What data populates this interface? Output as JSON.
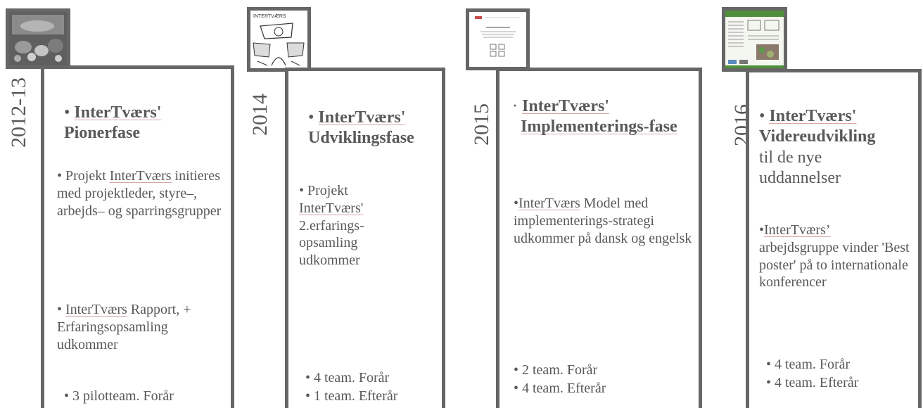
{
  "timeline": [
    {
      "year": "2012-13",
      "title_prefix": "• ",
      "title_name": "InterTværs'",
      "title_rest": "Pionerfase",
      "body1_prefix": "• Projekt ",
      "body1_link": "InterTværs",
      "body1_rest": "initieres med projektleder, styre–, arbejds– og sparringsgrupper",
      "body2_prefix": "• ",
      "body2_link": "InterTværs",
      "body2_rest": " Rapport, + Erfaringsopsamling udkommer",
      "teams": [
        "• 3 pilotteam. Forår"
      ]
    },
    {
      "year": "2014",
      "title_prefix": "• ",
      "title_name": "InterTværs'",
      "title_rest": "Udviklingsfase",
      "body1_prefix": "• Projekt ",
      "body1_link": "InterTværs'",
      "body1_rest": "2.erfarings-opsamling udkommer",
      "teams": [
        "• 4 team. Forår",
        "• 1 team. Efterår"
      ]
    },
    {
      "year": "2015",
      "title_prefix": "· ",
      "title_name": "InterTværs'",
      "title_rest": "Implementerings-fase",
      "body1_prefix": "•",
      "body1_link": "InterTværs",
      "body1_rest": " Model med implementerings-strategi udkommer på dansk og engelsk",
      "teams": [
        "• 2 team. Forår",
        "• 4 team. Efterår"
      ]
    },
    {
      "year": "2016",
      "title_prefix": "• ",
      "title_name": "InterTværs'",
      "title_rest": "Videreudvikling",
      "title_sub": "til de nye uddannelser",
      "body1_prefix": "•",
      "body1_link": "InterTværs’",
      "body1_rest": "arbejdsgruppe vinder 'Best poster' på to internationale konferencer",
      "teams": [
        "• 4 team. Forår",
        "• 4 team. Efterår"
      ]
    }
  ],
  "thumbnails": [
    "photo-collage-icon",
    "sketch-drawing-icon",
    "document-page-icon",
    "poster-icon"
  ]
}
